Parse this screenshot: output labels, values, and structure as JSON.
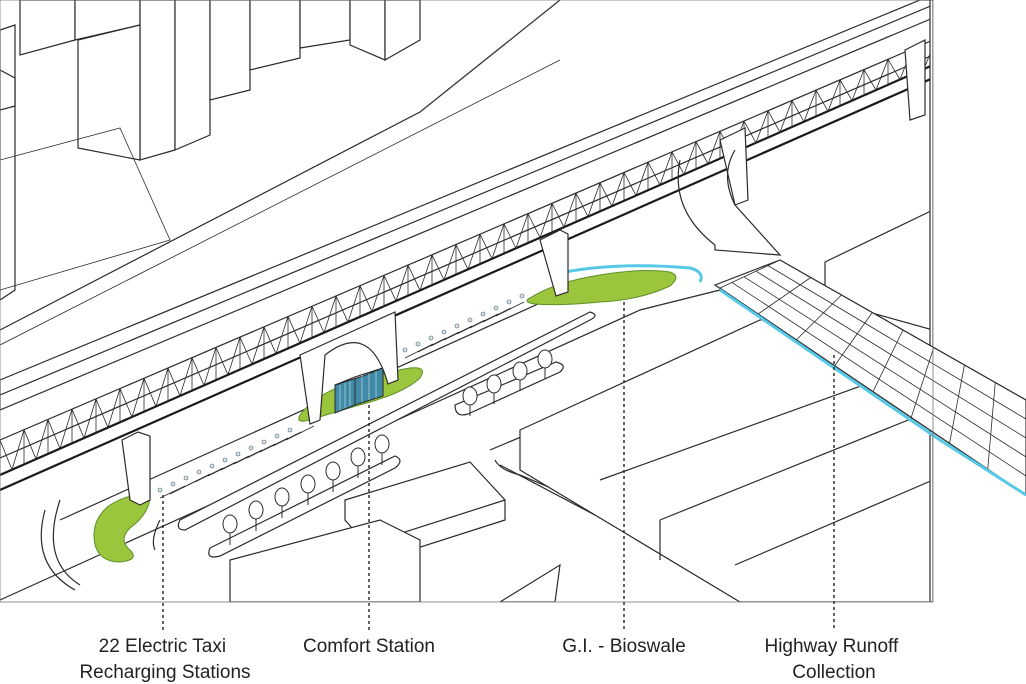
{
  "colors": {
    "water": "#56c8e8",
    "vegetation": "#9bc53d",
    "vegetation_dark": "#5f8f2a",
    "comfort_station": "#3f8aa6",
    "line": "#2b2b2b"
  },
  "labels": [
    {
      "id": "taxi",
      "lines": [
        "22 Electric Taxi",
        "Recharging Stations"
      ]
    },
    {
      "id": "comfort",
      "lines": [
        "Comfort Station"
      ]
    },
    {
      "id": "bioswale",
      "lines": [
        "G.I. - Bioswale"
      ]
    },
    {
      "id": "runoff",
      "lines": [
        "Highway Runoff",
        "Collection"
      ]
    }
  ]
}
